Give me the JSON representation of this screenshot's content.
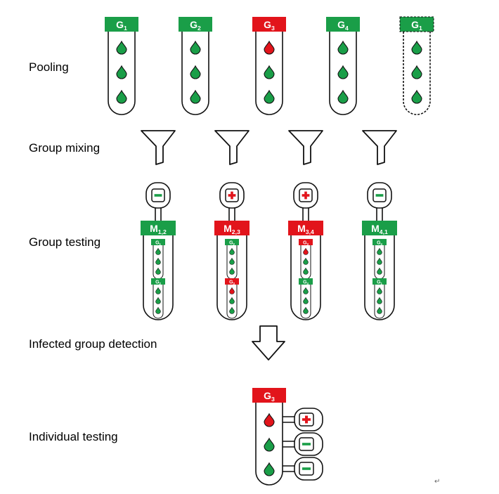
{
  "labels": {
    "pooling": "Pooling",
    "group_mixing": "Group mixing",
    "group_testing": "Group testing",
    "infected_detection": "Infected group detection",
    "individual_testing": "Individual testing"
  },
  "colors": {
    "green": "#1a9e48",
    "red": "#e2141b",
    "outline": "#1a1a1a"
  },
  "pool_tubes": [
    {
      "base": "G",
      "sub": "1",
      "status": "negative",
      "drops": [
        "green",
        "green",
        "green"
      ],
      "style": "solid"
    },
    {
      "base": "G",
      "sub": "2",
      "status": "negative",
      "drops": [
        "green",
        "green",
        "green"
      ],
      "style": "solid"
    },
    {
      "base": "G",
      "sub": "3",
      "status": "positive",
      "drops": [
        "red",
        "green",
        "green"
      ],
      "style": "solid"
    },
    {
      "base": "G",
      "sub": "4",
      "status": "negative",
      "drops": [
        "green",
        "green",
        "green"
      ],
      "style": "solid"
    },
    {
      "base": "G",
      "sub": "1",
      "status": "negative",
      "drops": [
        "green",
        "green",
        "green"
      ],
      "style": "dashed"
    }
  ],
  "mix_tubes": [
    {
      "base": "M",
      "sub": "1,2",
      "result": "minus",
      "status": "negative",
      "groups": [
        {
          "base": "G",
          "sub": "1",
          "drops": [
            "green",
            "green",
            "green"
          ]
        },
        {
          "base": "G",
          "sub": "2",
          "drops": [
            "green",
            "green",
            "green"
          ]
        }
      ]
    },
    {
      "base": "M",
      "sub": "2,3",
      "result": "plus",
      "status": "positive",
      "groups": [
        {
          "base": "G",
          "sub": "2",
          "drops": [
            "green",
            "green",
            "green"
          ]
        },
        {
          "base": "G",
          "sub": "3",
          "drops": [
            "red",
            "green",
            "green"
          ]
        }
      ]
    },
    {
      "base": "M",
      "sub": "3,4",
      "result": "plus",
      "status": "positive",
      "groups": [
        {
          "base": "G",
          "sub": "3",
          "drops": [
            "red",
            "green",
            "green"
          ]
        },
        {
          "base": "G",
          "sub": "4",
          "drops": [
            "green",
            "green",
            "green"
          ]
        }
      ]
    },
    {
      "base": "M",
      "sub": "4,1",
      "result": "minus",
      "status": "negative",
      "groups": [
        {
          "base": "G",
          "sub": "4",
          "drops": [
            "green",
            "green",
            "green"
          ]
        },
        {
          "base": "G",
          "sub": "1",
          "drops": [
            "green",
            "green",
            "green"
          ]
        }
      ]
    }
  ],
  "individual": {
    "base": "G",
    "sub": "3",
    "status": "positive",
    "drops": [
      "red",
      "green",
      "green"
    ],
    "results": [
      "plus",
      "minus",
      "minus"
    ]
  },
  "footer_mark": "↵"
}
